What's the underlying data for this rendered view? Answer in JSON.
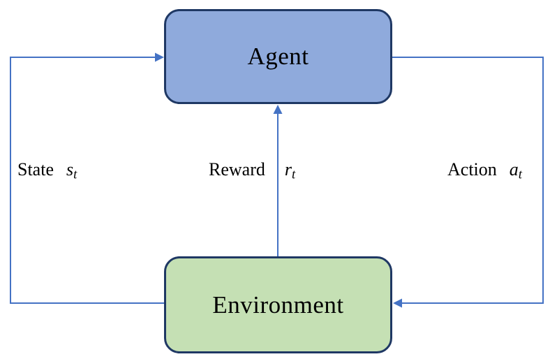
{
  "diagram": {
    "nodes": {
      "agent": {
        "label": "Agent"
      },
      "environment": {
        "label": "Environment"
      }
    },
    "edges": {
      "state": {
        "word": "State",
        "var": "s",
        "sub": "t",
        "from": "environment",
        "to": "agent"
      },
      "reward": {
        "word": "Reward",
        "var": "r",
        "sub": "t",
        "from": "environment",
        "to": "agent"
      },
      "action": {
        "word": "Action",
        "var": "a",
        "sub": "t",
        "from": "agent",
        "to": "environment"
      }
    }
  },
  "colors": {
    "agent_fill": "#8FAADC",
    "environment_fill": "#C5E0B4",
    "box_border": "#1F3864",
    "connector": "#4472C4",
    "text": "#000000",
    "background": "#FFFFFF"
  }
}
